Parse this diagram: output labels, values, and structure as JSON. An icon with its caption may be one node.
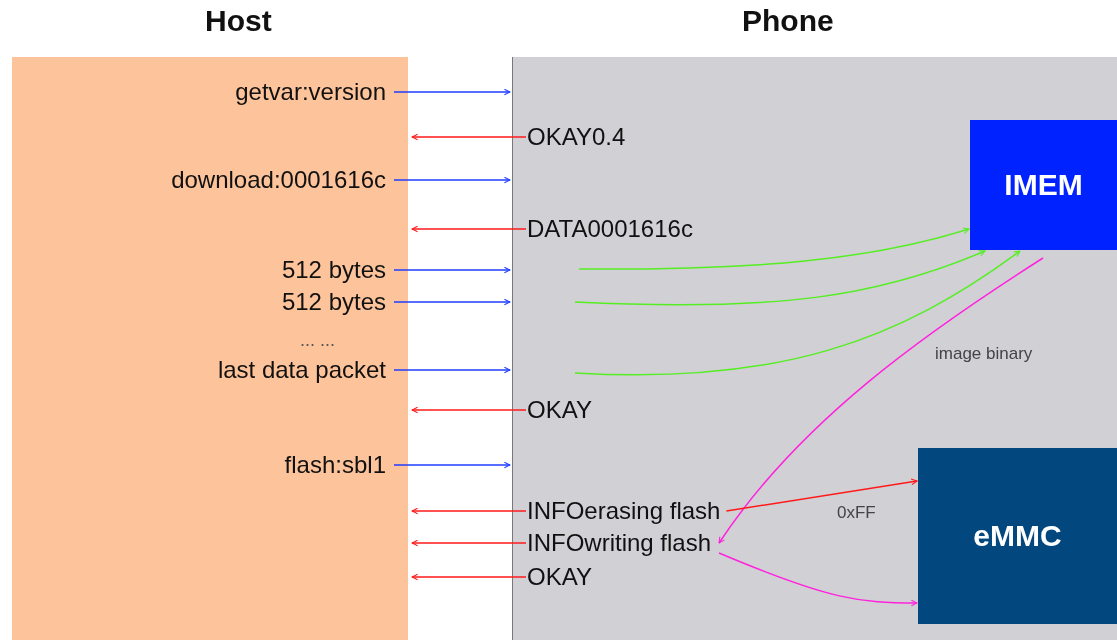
{
  "diagram": {
    "nodes": [
      {
        "text": [
          "Host"
        ]
      },
      {
        "text": [
          "Phone"
        ]
      },
      {
        "text": [
          "getvar:version"
        ],
        "in": 0
      },
      {
        "text": [
          "OKAY0.4"
        ],
        "in": 1
      },
      {
        "text": [
          "download:0001616c"
        ],
        "in": 0
      },
      {
        "text": [
          "DATA0001616c"
        ],
        "in": 1
      },
      {
        "text": [
          "512 bytes"
        ],
        "in": 0
      },
      {
        "text": [
          "512 bytes"
        ],
        "in": 0
      },
      {
        "text": [
          "last data packet"
        ],
        "in": 0
      },
      {
        "text": [
          "OKAY"
        ],
        "in": 1
      },
      {
        "text": [
          "flash:sbl1"
        ],
        "in": 0
      },
      {
        "text": [
          "INFOerasing flash"
        ],
        "in": 1
      },
      {
        "text": [
          "INFOwriting flash"
        ],
        "in": 1
      },
      {
        "text": [
          "OKAY"
        ],
        "in": 1
      },
      {
        "text": [
          "IMEM"
        ],
        "in": 1
      },
      {
        "text": [
          "eMMC"
        ],
        "in": 1
      }
    ],
    "edges": [
      {
        "from": 2,
        "to": 1,
        "arrow": "to",
        "color": "#1f3dff"
      },
      {
        "from": 3,
        "to": 0,
        "arrow": "to",
        "color": "#ff1a1a"
      },
      {
        "from": 4,
        "to": 1,
        "arrow": "to",
        "color": "#1f3dff"
      },
      {
        "from": 5,
        "to": 0,
        "arrow": "to",
        "color": "#ff1a1a"
      },
      {
        "from": 6,
        "to": 1,
        "arrow": "to",
        "color": "#1f3dff"
      },
      {
        "from": 7,
        "to": 1,
        "arrow": "to",
        "color": "#1f3dff"
      },
      {
        "from": 8,
        "to": 1,
        "arrow": "to",
        "color": "#1f3dff"
      },
      {
        "from": 9,
        "to": 0,
        "arrow": "to",
        "color": "#ff1a1a"
      },
      {
        "from": 10,
        "to": 1,
        "arrow": "to",
        "color": "#1f3dff"
      },
      {
        "from": 11,
        "to": 0,
        "arrow": "to",
        "color": "#ff1a1a"
      },
      {
        "from": 12,
        "to": 0,
        "arrow": "to",
        "color": "#ff1a1a"
      },
      {
        "from": 13,
        "to": 0,
        "arrow": "to",
        "color": "#ff1a1a"
      },
      {
        "from": null,
        "to": 14,
        "arrow": "to",
        "color": "#55ee22"
      },
      {
        "from": null,
        "to": 14,
        "arrow": "to",
        "color": "#55ee22"
      },
      {
        "from": null,
        "to": 14,
        "arrow": "to",
        "color": "#55ee22"
      },
      {
        "from": 14,
        "to": 12,
        "arrow": "to",
        "label": "image binary",
        "color": "#ff22dd"
      },
      {
        "from": 11,
        "to": 15,
        "arrow": "to",
        "label": "0xFF",
        "color": "#ff1a1a"
      },
      {
        "from": 12,
        "to": 15,
        "arrow": "to",
        "color": "#ff22dd"
      }
    ],
    "labels": [
      "... ..."
    ]
  }
}
